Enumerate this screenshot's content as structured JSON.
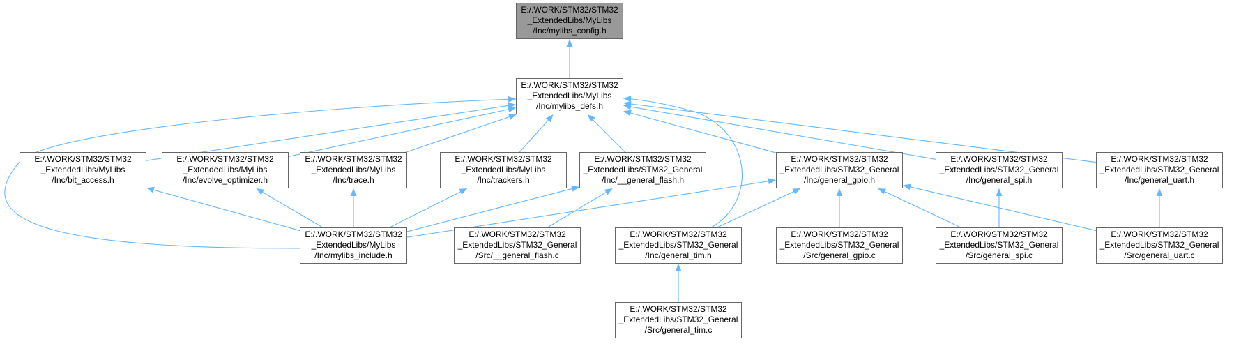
{
  "colors": {
    "edge": "#63b8ff",
    "root_fill": "#999999",
    "node_border": "#666666"
  },
  "graph": {
    "nodes": [
      {
        "id": "mylibs_config",
        "lines": [
          "E:/.WORK/STM32/STM32",
          "_ExtendedLibs/MyLibs",
          "/Inc/mylibs_config.h"
        ]
      },
      {
        "id": "mylibs_defs",
        "lines": [
          "E:/.WORK/STM32/STM32",
          "_ExtendedLibs/MyLibs",
          "/Inc/mylibs_defs.h"
        ]
      },
      {
        "id": "bit_access",
        "lines": [
          "E:/.WORK/STM32/STM32",
          "_ExtendedLibs/MyLibs",
          "/Inc/bit_access.h"
        ]
      },
      {
        "id": "evolve_optimizer",
        "lines": [
          "E:/.WORK/STM32/STM32",
          "_ExtendedLibs/MyLibs",
          "/Inc/evolve_optimizer.h"
        ]
      },
      {
        "id": "trace",
        "lines": [
          "E:/.WORK/STM32/STM32",
          "_ExtendedLibs/MyLibs",
          "/Inc/trace.h"
        ]
      },
      {
        "id": "trackers",
        "lines": [
          "E:/.WORK/STM32/STM32",
          "_ExtendedLibs/MyLibs",
          "/Inc/trackers.h"
        ]
      },
      {
        "id": "general_flash_h",
        "lines": [
          "E:/.WORK/STM32/STM32",
          "_ExtendedLibs/STM32_General",
          "/Inc/__general_flash.h"
        ]
      },
      {
        "id": "general_gpio_h",
        "lines": [
          "E:/.WORK/STM32/STM32",
          "_ExtendedLibs/STM32_General",
          "/Inc/general_gpio.h"
        ]
      },
      {
        "id": "general_spi_h",
        "lines": [
          "E:/.WORK/STM32/STM32",
          "_ExtendedLibs/STM32_General",
          "/Inc/general_spi.h"
        ]
      },
      {
        "id": "general_uart_h",
        "lines": [
          "E:/.WORK/STM32/STM32",
          "_ExtendedLibs/STM32_General",
          "/Inc/general_uart.h"
        ]
      },
      {
        "id": "mylibs_include",
        "lines": [
          "E:/.WORK/STM32/STM32",
          "_ExtendedLibs/MyLibs",
          "/Inc/mylibs_include.h"
        ]
      },
      {
        "id": "general_flash_c",
        "lines": [
          "E:/.WORK/STM32/STM32",
          "_ExtendedLibs/STM32_General",
          "/Src/__general_flash.c"
        ]
      },
      {
        "id": "general_tim_h",
        "lines": [
          "E:/.WORK/STM32/STM32",
          "_ExtendedLibs/STM32_General",
          "/Inc/general_tim.h"
        ]
      },
      {
        "id": "general_gpio_c",
        "lines": [
          "E:/.WORK/STM32/STM32",
          "_ExtendedLibs/STM32_General",
          "/Src/general_gpio.c"
        ]
      },
      {
        "id": "general_spi_c",
        "lines": [
          "E:/.WORK/STM32/STM32",
          "_ExtendedLibs/STM32_General",
          "/Src/general_spi.c"
        ]
      },
      {
        "id": "general_uart_c",
        "lines": [
          "E:/.WORK/STM32/STM32",
          "_ExtendedLibs/STM32_General",
          "/Src/general_uart.c"
        ]
      },
      {
        "id": "general_tim_c",
        "lines": [
          "E:/.WORK/STM32/STM32",
          "_ExtendedLibs/STM32_General",
          "/Src/general_tim.c"
        ]
      }
    ],
    "edges": [
      {
        "from": "mylibs_defs",
        "to": "mylibs_config"
      },
      {
        "from": "bit_access",
        "to": "mylibs_defs"
      },
      {
        "from": "evolve_optimizer",
        "to": "mylibs_defs"
      },
      {
        "from": "trace",
        "to": "mylibs_defs"
      },
      {
        "from": "trackers",
        "to": "mylibs_defs"
      },
      {
        "from": "general_flash_h",
        "to": "mylibs_defs"
      },
      {
        "from": "general_gpio_h",
        "to": "mylibs_defs"
      },
      {
        "from": "general_spi_h",
        "to": "mylibs_defs"
      },
      {
        "from": "general_uart_h",
        "to": "mylibs_defs"
      },
      {
        "from": "mylibs_include",
        "to": "mylibs_defs"
      },
      {
        "from": "general_tim_h",
        "to": "mylibs_defs"
      },
      {
        "from": "mylibs_include",
        "to": "bit_access"
      },
      {
        "from": "mylibs_include",
        "to": "evolve_optimizer"
      },
      {
        "from": "mylibs_include",
        "to": "trace"
      },
      {
        "from": "mylibs_include",
        "to": "trackers"
      },
      {
        "from": "mylibs_include",
        "to": "general_flash_h"
      },
      {
        "from": "mylibs_include",
        "to": "general_gpio_h"
      },
      {
        "from": "general_flash_c",
        "to": "general_flash_h"
      },
      {
        "from": "general_tim_h",
        "to": "general_gpio_h"
      },
      {
        "from": "general_gpio_c",
        "to": "general_gpio_h"
      },
      {
        "from": "general_spi_c",
        "to": "general_gpio_h"
      },
      {
        "from": "general_uart_c",
        "to": "general_gpio_h"
      },
      {
        "from": "general_spi_c",
        "to": "general_spi_h"
      },
      {
        "from": "general_uart_c",
        "to": "general_uart_h"
      },
      {
        "from": "general_tim_c",
        "to": "general_tim_h"
      }
    ]
  }
}
